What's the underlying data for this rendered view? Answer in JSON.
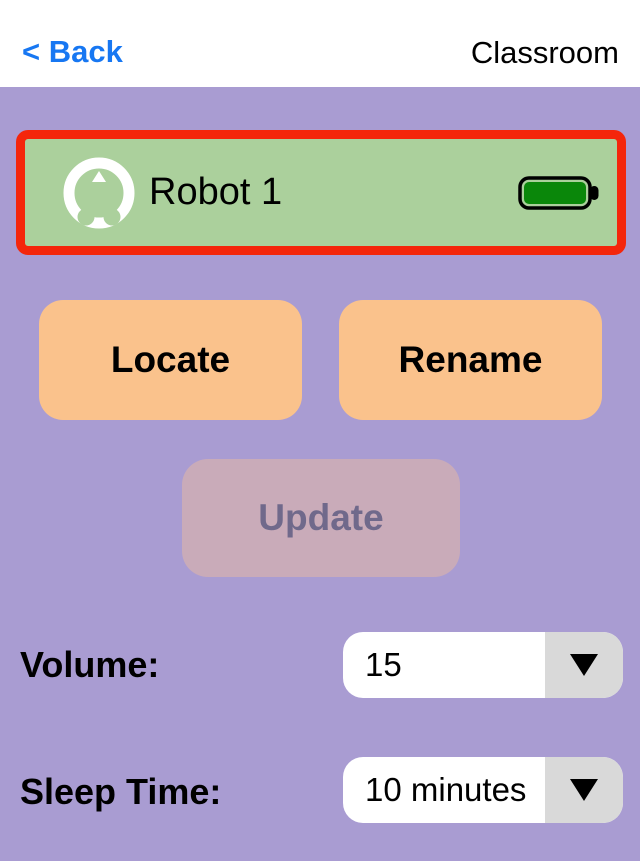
{
  "header": {
    "back_label": "< Back",
    "title": "Classroom"
  },
  "robot_card": {
    "name": "Robot 1",
    "battery_level": "full",
    "selected": true
  },
  "actions": {
    "locate_label": "Locate",
    "rename_label": "Rename",
    "update_label": "Update",
    "update_enabled": false
  },
  "settings": {
    "volume_label": "Volume:",
    "volume_value": "15",
    "sleep_label": "Sleep Time:",
    "sleep_value": "10 minutes"
  },
  "icons": {
    "robot": "robot-top-view-icon",
    "battery": "battery-full-icon",
    "dropdown": "chevron-down-icon"
  },
  "colors": {
    "background": "#a99cd2",
    "header_bg": "#ffffff",
    "back_link_blue": "#1777f2",
    "card_green": "#abd09c",
    "selected_border_red": "#f4260b",
    "battery_green": "#0a870a",
    "action_orange": "#fac28c",
    "update_disabled_bg": "#c9abb9",
    "update_disabled_text": "#70698b",
    "dropdown_arrow_bg": "#d9d9d9"
  }
}
